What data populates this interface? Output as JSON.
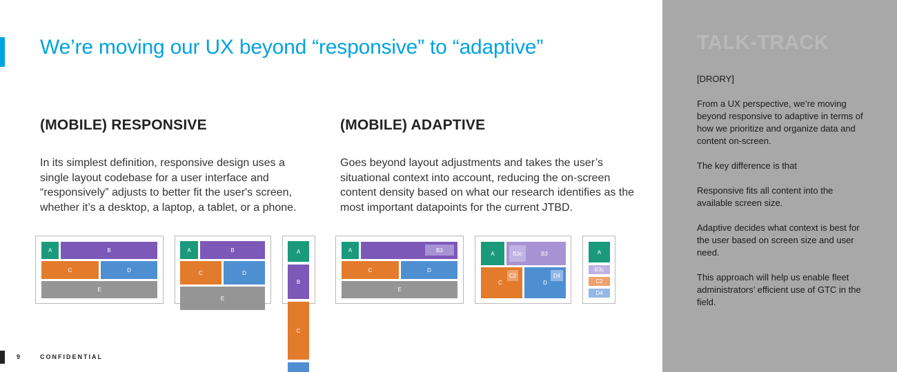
{
  "slide": {
    "title": "We’re moving our UX beyond “responsive” to “adaptive”",
    "page_number": "9",
    "footer_label": "CONFIDENTIAL"
  },
  "responsive": {
    "heading": "(MOBILE) RESPONSIVE",
    "body": "In its simplest definition, responsive design uses a single layout codebase for a user interface and “responsively” adjusts to better fit the user's screen, whether it’s a desktop, a laptop, a tablet, or a phone."
  },
  "adaptive": {
    "heading": "(MOBILE) ADAPTIVE",
    "body": "Goes beyond layout adjustments and takes the user’s situational context into account, reducing the on-screen content density based on what our research identifies as the most important datapoints for the current JTBD."
  },
  "diagram_labels": {
    "a": "A",
    "b": "B",
    "c": "C",
    "d": "D",
    "e": "E",
    "b3": "B3",
    "b3c": "B3c",
    "c2": "C2",
    "d4": "D4"
  },
  "colors": {
    "accent": "#00a3e0",
    "block_a": "#1a9a7a",
    "block_b": "#7c58b8",
    "block_c": "#e37b2c",
    "block_d": "#4e8fd2",
    "block_e": "#959595",
    "panel": "#a8a8a8"
  },
  "talk_track": {
    "title": "TALK-TRACK",
    "speaker": "[DRORY]",
    "p1": "From a UX perspective, we’re moving beyond responsive to adaptive in terms of how we prioritize and organize data and content on-screen.",
    "p2": "The key difference is that",
    "p3": "Responsive fits all content into the available screen size.",
    "p4": "Adaptive decides what context is best for the user based on screen size and user need.",
    "p5": "This approach will help us enable fleet administrators’ efficient use of GTC in the field."
  }
}
